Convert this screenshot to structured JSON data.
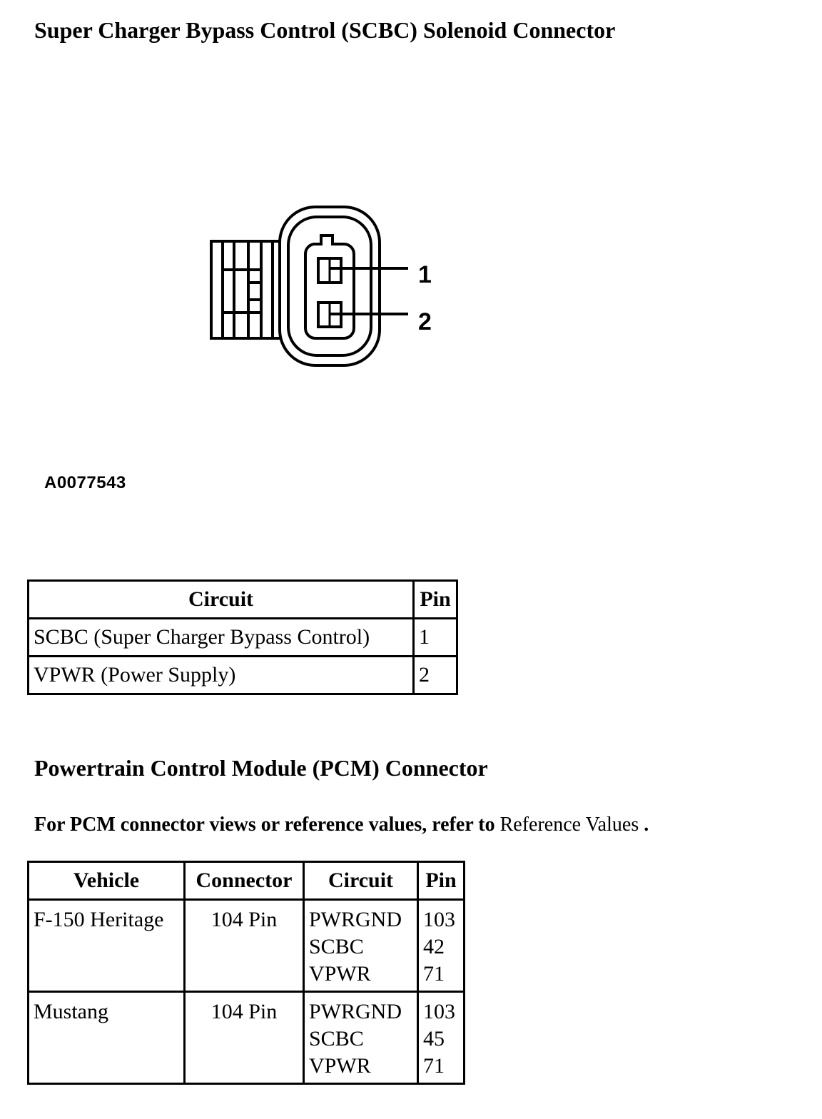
{
  "title": "Super Charger Bypass Control (SCBC) Solenoid Connector",
  "figure": {
    "id": "A0077543",
    "pin_labels": [
      "1",
      "2"
    ]
  },
  "solenoid_table": {
    "headers": [
      "Circuit",
      "Pin"
    ],
    "rows": [
      [
        "SCBC (Super Charger Bypass Control)",
        "1"
      ],
      [
        "VPWR (Power Supply)",
        "2"
      ]
    ]
  },
  "pcm_section": {
    "title": "Powertrain Control Module (PCM) Connector",
    "note_bold": "For PCM connector views or reference values, refer to",
    "note_link": "Reference Values",
    "note_end": "."
  },
  "pcm_table": {
    "headers": [
      "Vehicle",
      "Connector",
      "Circuit",
      "Pin"
    ],
    "rows": [
      {
        "vehicle": "F-150 Heritage",
        "connector": "104 Pin",
        "circuits": [
          "PWRGND",
          "SCBC",
          "VPWR"
        ],
        "pins": [
          "103",
          "42",
          "71"
        ]
      },
      {
        "vehicle": "Mustang",
        "connector": "104 Pin",
        "circuits": [
          "PWRGND",
          "SCBC",
          "VPWR"
        ],
        "pins": [
          "103",
          "45",
          "71"
        ]
      }
    ]
  }
}
